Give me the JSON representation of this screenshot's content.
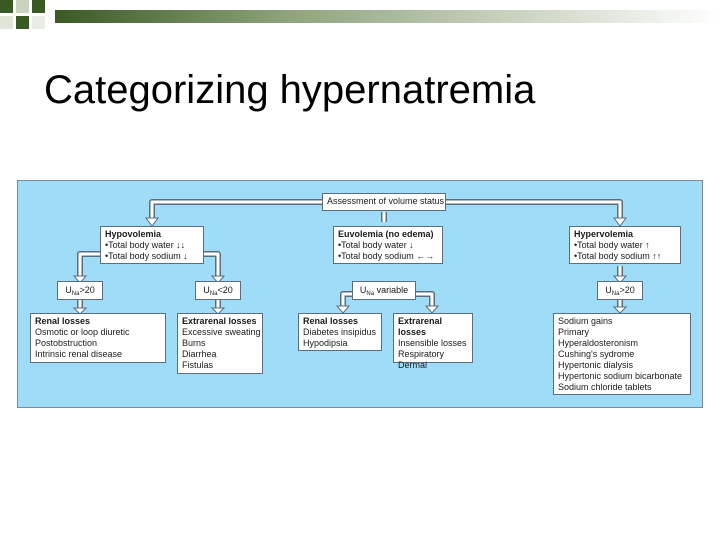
{
  "slide": {
    "title": "Categorizing hypernatremia"
  },
  "colors": {
    "panel_bg": "#9fdcf7",
    "bar_dark": "#3a5a23",
    "bar_light": "#d8e0cf",
    "arrow_stroke": "#5d6d7e"
  },
  "diagram": {
    "root": "Assessment of volume status",
    "hypovolemia": {
      "title": "Hypovolemia",
      "lines": [
        "•Total body water ↓↓",
        "•Total body sodium ↓"
      ]
    },
    "euvolemia": {
      "title": "Euvolemia (no edema)",
      "lines": [
        "•Total body water ↓",
        "•Total body sodium ←→"
      ]
    },
    "hypervolemia": {
      "title": "Hypervolemia",
      "lines": [
        "•Total body water ↑",
        "•Total body sodium ↑↑"
      ]
    },
    "una_label": "U",
    "una_sub": "Na",
    "hypo_left_cond": ">20",
    "hypo_right_cond": "<20",
    "eu_cond": " variable",
    "hyper_cond": ">20",
    "renal_losses_1": {
      "title": "Renal losses",
      "lines": [
        "Osmotic or loop diuretic",
        "Postobstruction",
        "Intrinsic renal disease"
      ]
    },
    "extrarenal_losses_1": {
      "title": "Extrarenal losses",
      "lines": [
        "Excessive sweating",
        "Burns",
        "Diarrhea",
        "Fistulas"
      ]
    },
    "renal_losses_2": {
      "title": "Renal losses",
      "lines": [
        "Diabetes insipidus",
        "Hypodipsia"
      ]
    },
    "extrarenal_losses_2": {
      "title": "Extrarenal losses",
      "lines": [
        "Insensible losses",
        " Respiratory",
        " Dermal"
      ]
    },
    "sodium_gains": {
      "lines": [
        "Sodium gains",
        "Primary",
        "Hyperaldosteronism",
        "Cushing's sydrome",
        "Hypertonic dialysis",
        "Hypertonic sodium bicarbonate",
        "Sodium chloride tablets"
      ]
    }
  }
}
